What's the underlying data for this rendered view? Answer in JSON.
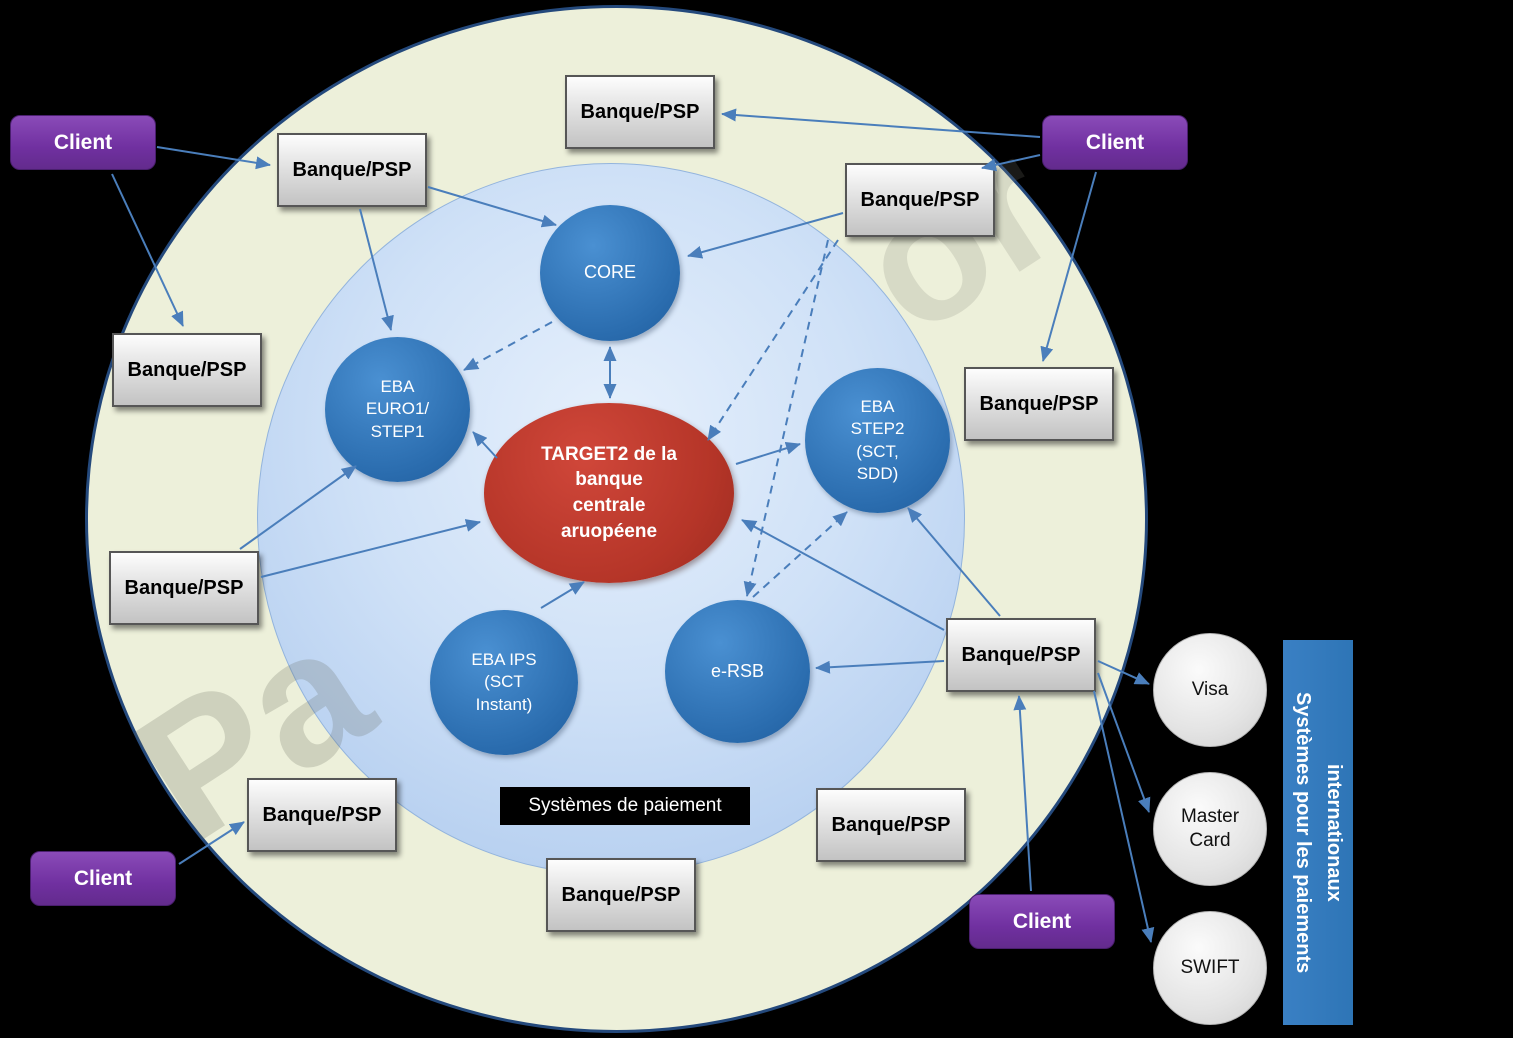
{
  "watermark": {
    "bottom_left": "Pa",
    "top_right": "or"
  },
  "nodes": {
    "banque_psp": "Banque/PSP",
    "client": "Client",
    "core": "CORE",
    "eba_euro1_step1": "EBA\nEURO1/\nSTEP1",
    "eba_step2": "EBA\nSTEP2\n(SCT,\nSDD)",
    "eba_ips": "EBA IPS\n(SCT\nInstant)",
    "e_rsb": "e-RSB",
    "target2": "TARGET2 de la\nbanque\ncentrale\naruopéene",
    "visa": "Visa",
    "master_card": "Master\nCard",
    "swift": "SWIFT"
  },
  "labels": {
    "payment_systems": "Systèmes de paiement",
    "international_bar": "Systèmes pour les paiements internationaux"
  },
  "colors": {
    "node_blue": "#2e75b6",
    "target_red": "#b53528",
    "client_purple": "#7030a0",
    "arrow_blue": "#4a7ebb",
    "outer_fill": "#edf0da",
    "inner_fill": "#bdd7f2",
    "box_gray": "#d9d9d9",
    "sidebar_blue": "#2e75b6",
    "background": "#000000"
  }
}
